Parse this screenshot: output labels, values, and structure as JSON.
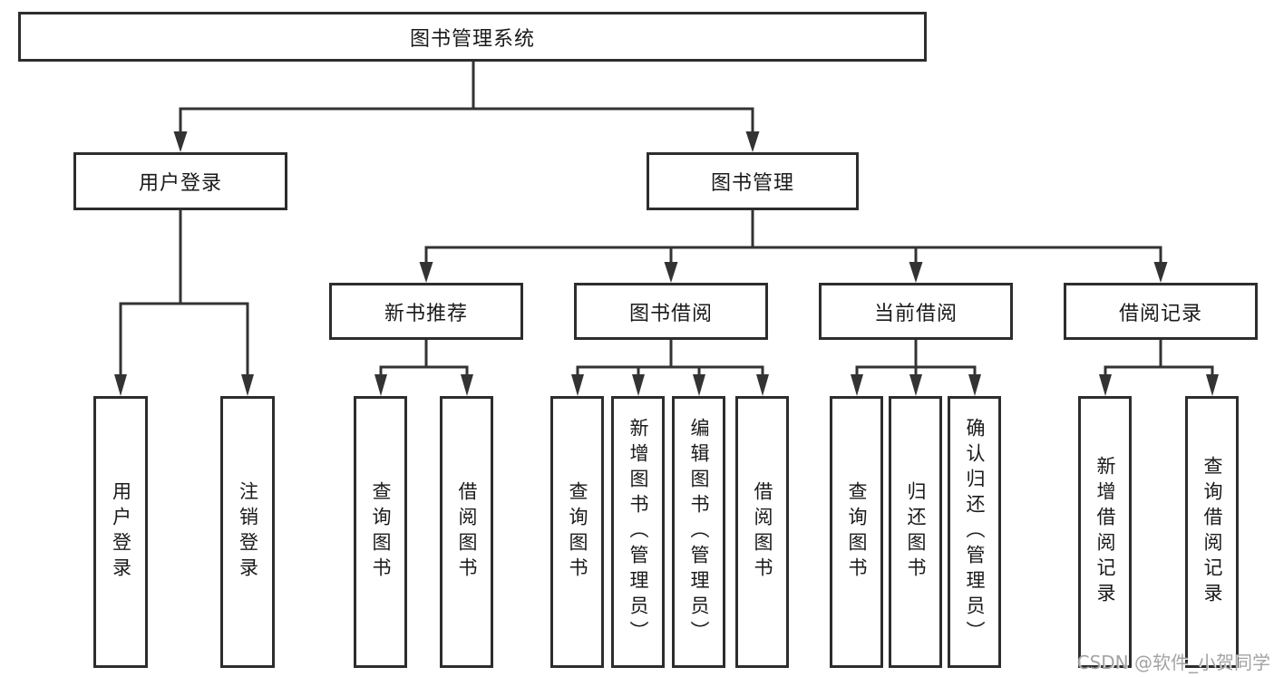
{
  "diagram": {
    "root": "图书管理系统",
    "level2": {
      "user_login": "用户登录",
      "book_mgmt": "图书管理"
    },
    "level3": {
      "new_books": "新书推荐",
      "book_borrow": "图书借阅",
      "current_borrow": "当前借阅",
      "borrow_records": "借阅记录"
    },
    "leaves": {
      "user_login": [
        "用户登录",
        "注销登录"
      ],
      "new_books": [
        "查询图书",
        "借阅图书"
      ],
      "book_borrow": [
        "查询图书",
        "新增图书（管理员）",
        "编辑图书（管理员）",
        "借阅图书"
      ],
      "current_borrow": [
        "查询图书",
        "归还图书",
        "确认归还（管理员）"
      ],
      "borrow_records": [
        "新增借阅记录",
        "查询借阅记录"
      ]
    }
  },
  "watermark": {
    "text": "CSDN @软件_小贺同学"
  },
  "colors": {
    "line": "#333333",
    "box_border": "#2d2d2d",
    "text": "#1a1a1a",
    "watermark": "#9e9e9e",
    "background": "#ffffff"
  }
}
